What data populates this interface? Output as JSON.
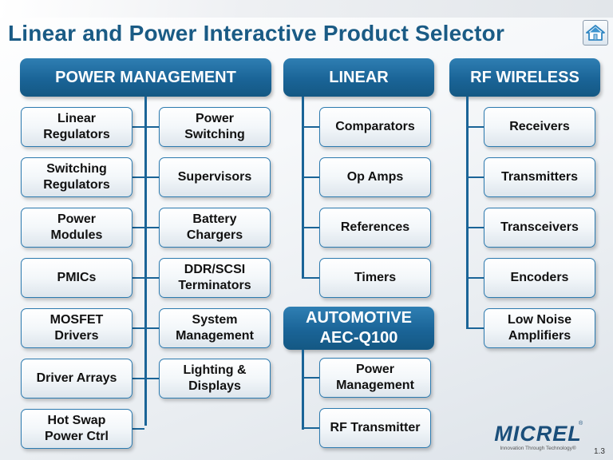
{
  "title": "Linear and Power Interactive Product Selector",
  "home_icon": "home-icon",
  "headers": {
    "power": "POWER MANAGEMENT",
    "linear": "LINEAR",
    "rf": "RF WIRELESS",
    "auto_line1": "AUTOMOTIVE",
    "auto_line2": "AEC-Q100"
  },
  "power_left": [
    [
      "Linear",
      "Regulators"
    ],
    [
      "Switching",
      "Regulators"
    ],
    [
      "Power",
      "Modules"
    ],
    [
      "PMICs",
      ""
    ],
    [
      "MOSFET",
      "Drivers"
    ],
    [
      "Driver Arrays",
      ""
    ],
    [
      "Hot Swap",
      "Power Ctrl"
    ]
  ],
  "power_right": [
    [
      "Power",
      "Switching"
    ],
    [
      "Supervisors",
      ""
    ],
    [
      "Battery",
      "Chargers"
    ],
    [
      "DDR/SCSI",
      "Terminators"
    ],
    [
      "System",
      "Management"
    ],
    [
      "Lighting &",
      "Displays"
    ]
  ],
  "linear_items": [
    "Comparators",
    "Op Amps",
    "References",
    "Timers"
  ],
  "automotive_items": [
    [
      "Power",
      "Management"
    ],
    [
      "RF Transmitter",
      ""
    ]
  ],
  "rf_items": [
    [
      "Receivers",
      ""
    ],
    [
      "Transmitters",
      ""
    ],
    [
      "Transceivers",
      ""
    ],
    [
      "Encoders",
      ""
    ],
    [
      "Low Noise",
      "Amplifiers"
    ]
  ],
  "logo": {
    "word": "MICREL",
    "registered": "®",
    "tagline": "Innovation Through Technology®"
  },
  "page_number": "1.3",
  "colors": {
    "title": "#1a5b85",
    "header": "#1a6497",
    "item_border": "#2c7aaf"
  }
}
